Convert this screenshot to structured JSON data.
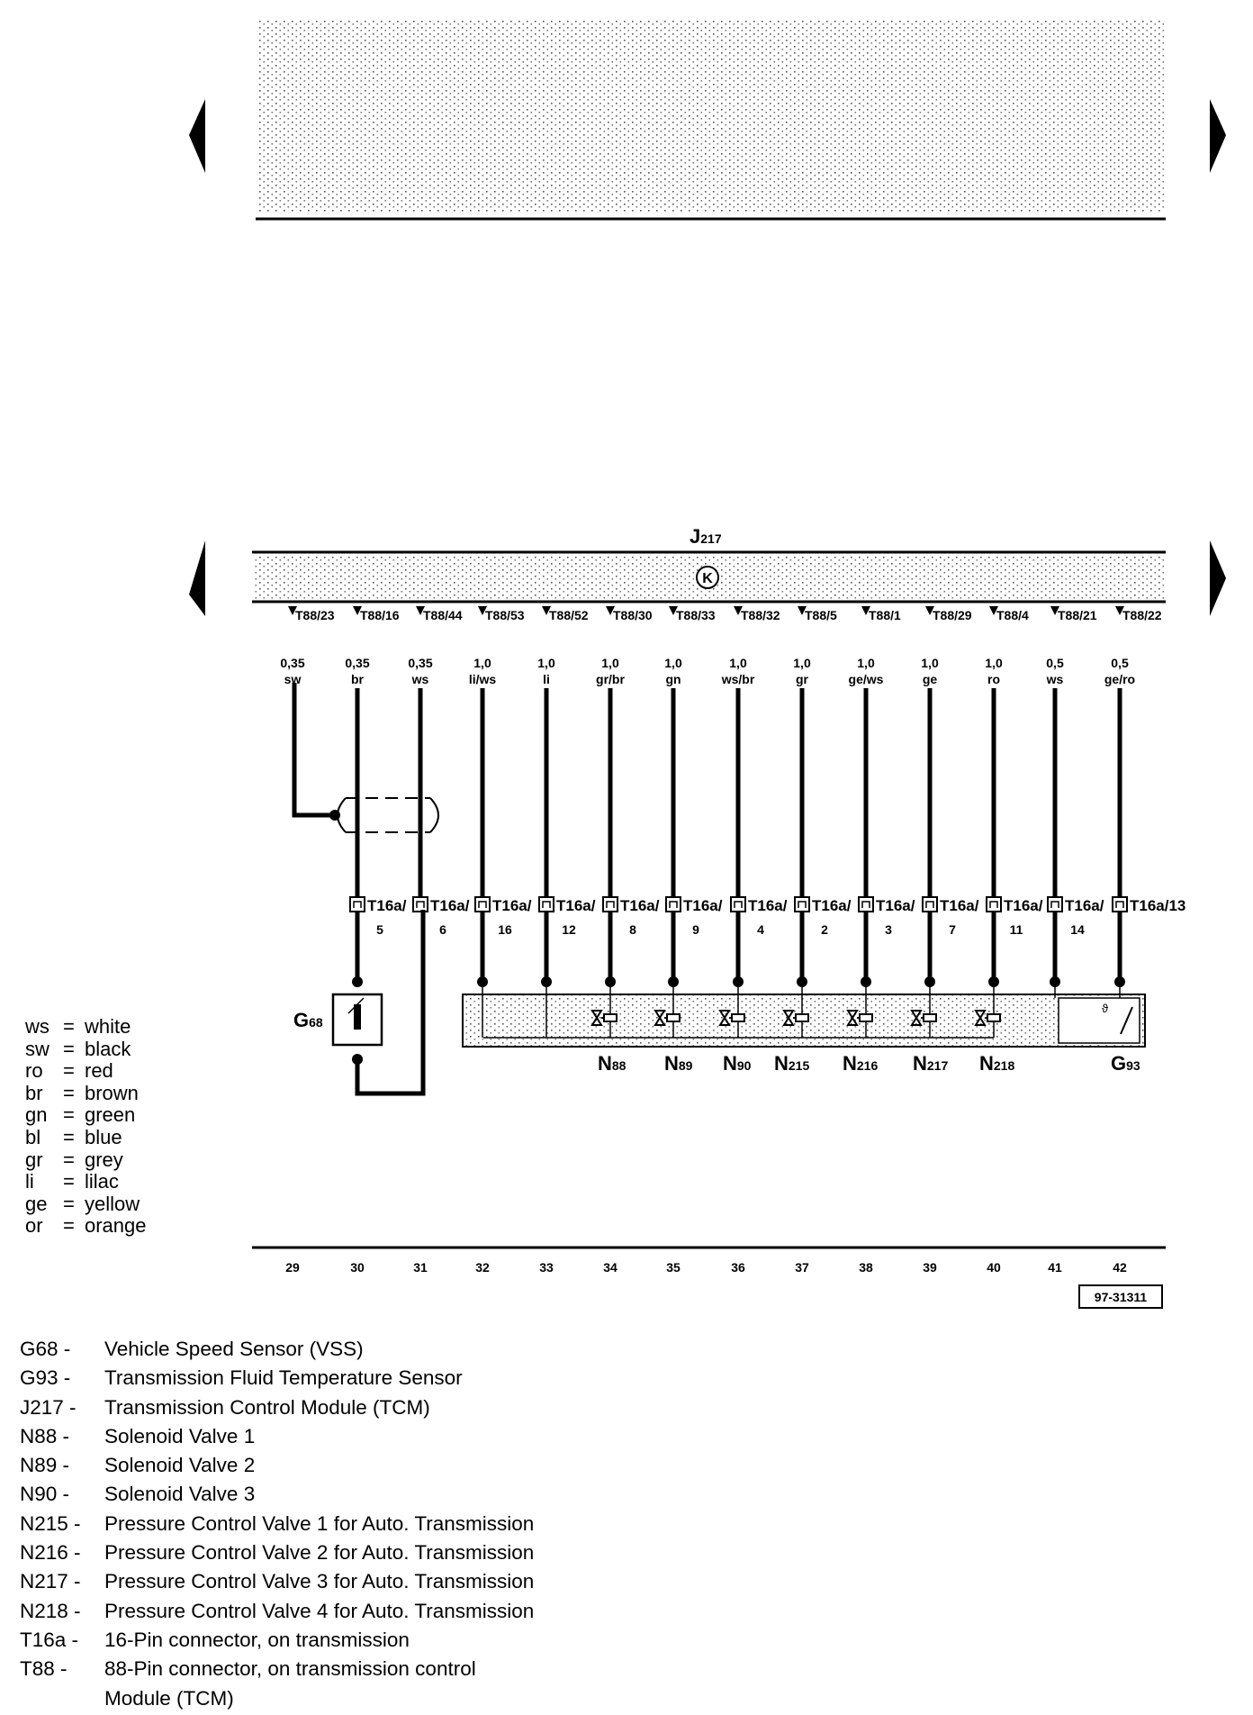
{
  "module": {
    "code": "J",
    "sub": "217",
    "symbol": "K"
  },
  "wires": [
    {
      "term": "T88/23",
      "gauge": "0,35",
      "color": "sw",
      "track": "29"
    },
    {
      "term": "T88/16",
      "gauge": "0,35",
      "color": "br",
      "track": "30",
      "t16": "T16a/",
      "t16pin": "5"
    },
    {
      "term": "T88/44",
      "gauge": "0,35",
      "color": "ws",
      "track": "31",
      "t16": "T16a/",
      "t16pin": "6"
    },
    {
      "term": "T88/53",
      "gauge": "1,0",
      "color": "li/ws",
      "track": "32",
      "t16": "T16a/",
      "t16pin": "16"
    },
    {
      "term": "T88/52",
      "gauge": "1,0",
      "color": "li",
      "track": "33",
      "t16": "T16a/",
      "t16pin": "12"
    },
    {
      "term": "T88/30",
      "gauge": "1,0",
      "color": "gr/br",
      "track": "34",
      "t16": "T16a/",
      "t16pin": "8"
    },
    {
      "term": "T88/33",
      "gauge": "1,0",
      "color": "gn",
      "track": "35",
      "t16": "T16a/",
      "t16pin": "9"
    },
    {
      "term": "T88/32",
      "gauge": "1,0",
      "color": "ws/br",
      "track": "36",
      "t16": "T16a/",
      "t16pin": "4"
    },
    {
      "term": "T88/5",
      "gauge": "1,0",
      "color": "gr",
      "track": "37",
      "t16": "T16a/",
      "t16pin": "2"
    },
    {
      "term": "T88/1",
      "gauge": "1,0",
      "color": "ge/ws",
      "track": "38",
      "t16": "T16a/",
      "t16pin": "3"
    },
    {
      "term": "T88/29",
      "gauge": "1,0",
      "color": "ge",
      "track": "39",
      "t16": "T16a/",
      "t16pin": "7"
    },
    {
      "term": "T88/4",
      "gauge": "1,0",
      "color": "ro",
      "track": "40",
      "t16": "T16a/",
      "t16pin": "11"
    },
    {
      "term": "T88/21",
      "gauge": "0,5",
      "color": "ws",
      "track": "41",
      "t16": "T16a/",
      "t16pin": "14"
    },
    {
      "term": "T88/22",
      "gauge": "0,5",
      "color": "ge/ro",
      "track": "42",
      "t16": "T16a/13",
      "t16pin": ""
    }
  ],
  "components": [
    {
      "code": "G",
      "sub": "68"
    },
    {
      "code": "N",
      "sub": "88"
    },
    {
      "code": "N",
      "sub": "89"
    },
    {
      "code": "N",
      "sub": "90"
    },
    {
      "code": "N",
      "sub": "215"
    },
    {
      "code": "N",
      "sub": "216"
    },
    {
      "code": "N",
      "sub": "217"
    },
    {
      "code": "N",
      "sub": "218"
    },
    {
      "code": "G",
      "sub": "93"
    }
  ],
  "ref_number": "97-31311",
  "color_codes": [
    {
      "abbr": "ws",
      "eq": "=",
      "name": "white"
    },
    {
      "abbr": "sw",
      "eq": "=",
      "name": "black"
    },
    {
      "abbr": "ro",
      "eq": "=",
      "name": "red"
    },
    {
      "abbr": "br",
      "eq": "=",
      "name": "brown"
    },
    {
      "abbr": "gn",
      "eq": "=",
      "name": "green"
    },
    {
      "abbr": "bl",
      "eq": "=",
      "name": "blue"
    },
    {
      "abbr": "gr",
      "eq": "=",
      "name": "grey"
    },
    {
      "abbr": "li",
      "eq": "=",
      "name": "lilac"
    },
    {
      "abbr": "ge",
      "eq": "=",
      "name": "yellow"
    },
    {
      "abbr": "or",
      "eq": "=",
      "name": "orange"
    }
  ],
  "legend": [
    {
      "code": "G68  -",
      "desc": "Vehicle Speed Sensor (VSS)"
    },
    {
      "code": "G93  -",
      "desc": "Transmission Fluid Temperature Sensor"
    },
    {
      "code": "J217 -",
      "desc": "Transmission Control Module (TCM)"
    },
    {
      "code": "N88  -",
      "desc": "Solenoid Valve 1"
    },
    {
      "code": "N89  -",
      "desc": "Solenoid Valve 2"
    },
    {
      "code": "N90  -",
      "desc": "Solenoid Valve 3"
    },
    {
      "code": "N215 -",
      "desc": "Pressure Control Valve 1 for Auto. Transmission"
    },
    {
      "code": "N216 -",
      "desc": "Pressure Control Valve 2 for Auto. Transmission"
    },
    {
      "code": "N217 -",
      "desc": "Pressure Control Valve 3 for Auto. Transmission"
    },
    {
      "code": "N218 -",
      "desc": "Pressure Control Valve 4 for Auto. Transmission"
    },
    {
      "code": "T16a -",
      "desc": "16-Pin connector, on transmission"
    },
    {
      "code": "T88  -",
      "desc": "88-Pin connector, on transmission control\nModule (TCM)"
    }
  ]
}
